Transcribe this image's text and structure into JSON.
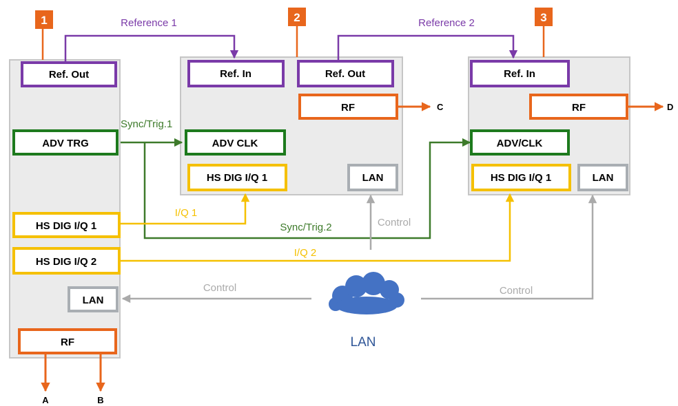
{
  "colors": {
    "orange": "#e8661c",
    "purple": "#7a3aa8",
    "green": "#3d7a2a",
    "green_border": "#1d7a1d",
    "yellow": "#f5c000",
    "gray_line": "#aaaaaa",
    "gray_border": "#a9aeb3",
    "device_fill": "#ebebeb",
    "device_border": "#c6c6c6",
    "cloud": "#4472c4",
    "cloud_label": "#2e5597"
  },
  "devices": [
    {
      "number": "1",
      "ports": {
        "ref_out": "Ref. Out",
        "adv_trg": "ADV TRG",
        "hs_dig_1": "HS DIG I/Q 1",
        "hs_dig_2": "HS DIG I/Q 2",
        "lan": "LAN",
        "rf": "RF"
      }
    },
    {
      "number": "2",
      "ports": {
        "ref_in": "Ref. In",
        "ref_out": "Ref. Out",
        "rf": "RF",
        "adv_clk": "ADV CLK",
        "hs_dig_1": "HS DIG I/Q 1",
        "lan": "LAN"
      }
    },
    {
      "number": "3",
      "ports": {
        "ref_in": "Ref. In",
        "rf": "RF",
        "adv_clk": "ADV/CLK",
        "hs_dig_1": "HS DIG I/Q 1",
        "lan": "LAN"
      }
    }
  ],
  "connections": {
    "reference_1": "Reference 1",
    "reference_2": "Reference 2",
    "sync_trig_1": "Sync/Trig.1",
    "sync_trig_2": "Sync/Trig.2",
    "iq_1": "I/Q 1",
    "iq_2": "I/Q 2",
    "control_left": "Control",
    "control_center": "Control",
    "control_right": "Control"
  },
  "outputs": {
    "a": "A",
    "b": "B",
    "c": "C",
    "d": "D"
  },
  "network": {
    "label": "LAN",
    "icon": "cloud-icon"
  }
}
